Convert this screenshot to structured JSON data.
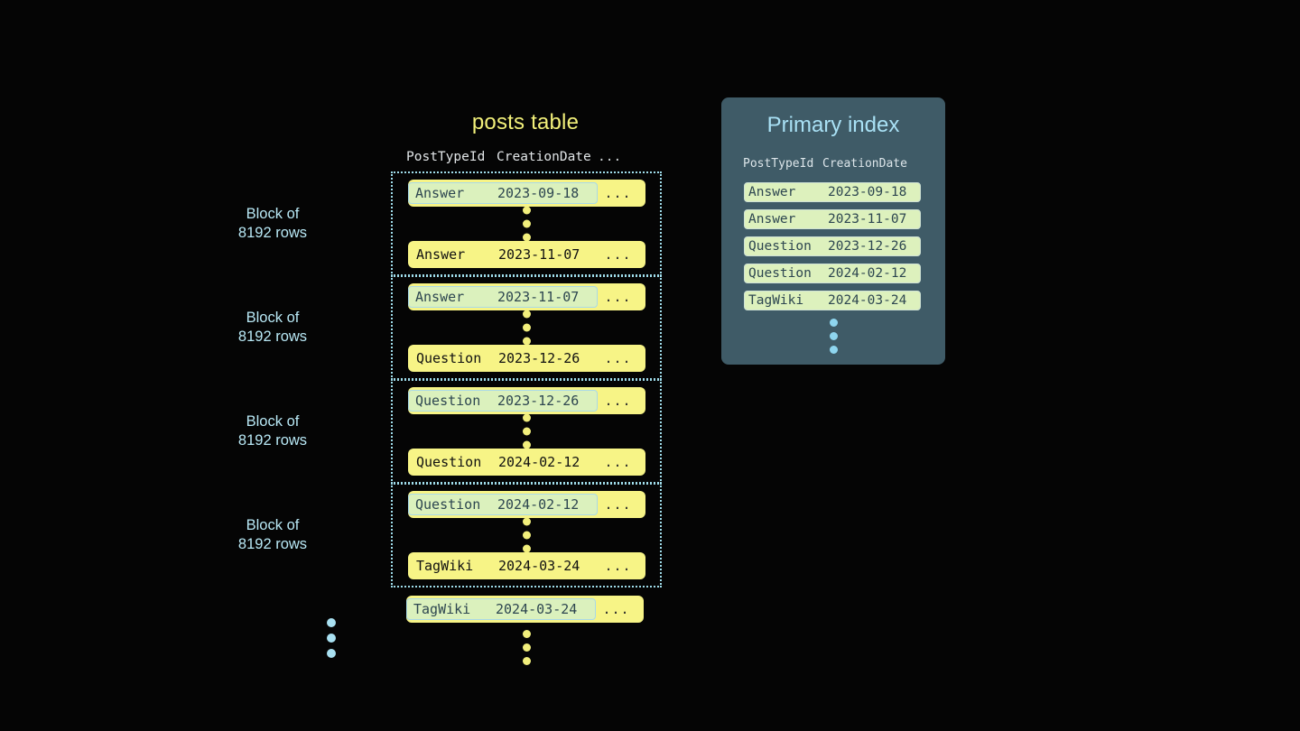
{
  "background_color": "#050505",
  "posts_table": {
    "title": "posts table",
    "title_color": "#f2f07a",
    "columns": [
      "PostTypeId",
      "CreationDate",
      "..."
    ],
    "ellipsis_cell": "...",
    "block_label": "Block of\n8192 rows",
    "block_label_line1": "Block of",
    "block_label_line2": "8192 rows",
    "blocks": [
      {
        "label_line1": "Block of",
        "label_line2": "8192 rows",
        "first_row": {
          "type": "Answer",
          "date": "2023-09-18",
          "more": "...",
          "highlighted": true
        },
        "last_row": {
          "type": "Answer",
          "date": "2023-11-07",
          "more": "...",
          "highlighted": false
        }
      },
      {
        "label_line1": "Block of",
        "label_line2": "8192 rows",
        "first_row": {
          "type": "Answer",
          "date": "2023-11-07",
          "more": "...",
          "highlighted": true
        },
        "last_row": {
          "type": "Question",
          "date": "2023-12-26",
          "more": "...",
          "highlighted": false
        }
      },
      {
        "label_line1": "Block of",
        "label_line2": "8192 rows",
        "first_row": {
          "type": "Question",
          "date": "2023-12-26",
          "more": "...",
          "highlighted": true
        },
        "last_row": {
          "type": "Question",
          "date": "2024-02-12",
          "more": "...",
          "highlighted": false
        }
      },
      {
        "label_line1": "Block of",
        "label_line2": "8192 rows",
        "first_row": {
          "type": "Question",
          "date": "2024-02-12",
          "more": "...",
          "highlighted": true
        },
        "last_row": {
          "type": "TagWiki",
          "date": "2024-03-24",
          "more": "...",
          "highlighted": false
        }
      }
    ],
    "trailing_row": {
      "type": "TagWiki",
      "date": "2024-03-24",
      "more": "...",
      "highlighted": true
    },
    "row_color": "#f7f486",
    "row_text_color": "#111111",
    "highlight_fill": "#dbf1bd",
    "highlight_border": "#a9d9e8",
    "block_border_color": "#9fdcea",
    "dot_color_yellow": "#f2ef7c",
    "dot_color_blue": "#a9e1f2"
  },
  "primary_index": {
    "title": "Primary index",
    "title_color": "#a9e1f5",
    "panel_color": "#3f5b67",
    "columns": [
      "PostTypeId",
      "CreationDate"
    ],
    "rows": [
      {
        "type": "Answer",
        "date": "2023-09-18"
      },
      {
        "type": "Answer",
        "date": "2023-11-07"
      },
      {
        "type": "Question",
        "date": "2023-12-26"
      },
      {
        "type": "Question",
        "date": "2024-02-12"
      },
      {
        "type": "TagWiki",
        "date": "2024-03-24"
      }
    ],
    "row_fill": "#ddf1bd",
    "row_text_color": "#2d4650",
    "dot_color": "#8fd6ef"
  }
}
